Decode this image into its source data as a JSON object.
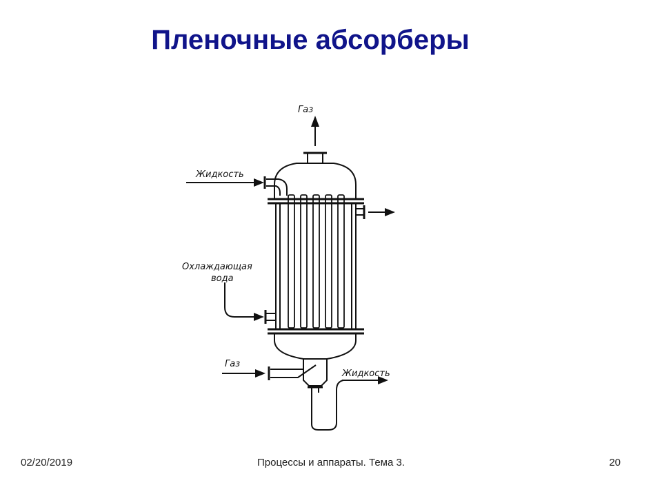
{
  "slide": {
    "title": "Пленочные абсорберы"
  },
  "diagram": {
    "labels": {
      "gas_out": "Газ",
      "liquid_in": "Жидкость",
      "cooling_water_line1": "Охлаждающая",
      "cooling_water_line2": "вода",
      "gas_in": "Газ",
      "liquid_out": "Жидкость"
    }
  },
  "footer": {
    "date": "02/20/2019",
    "topic": "Процессы и аппараты. Тема 3.",
    "page": "20"
  }
}
